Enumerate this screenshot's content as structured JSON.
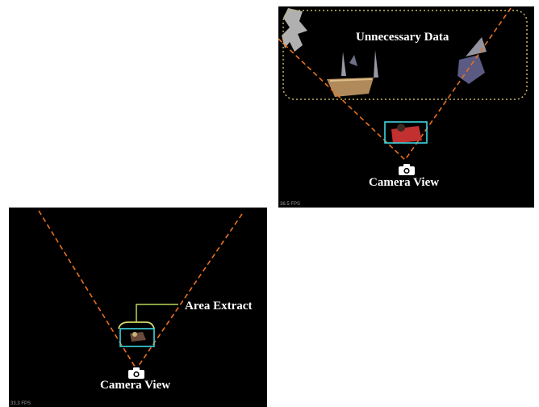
{
  "figure": {
    "top_panel": {
      "region_label": "Unnecessary Data",
      "camera_label": "Camera View",
      "fps_text": "36.5 FPS"
    },
    "bottom_panel": {
      "region_label": "Area Extract",
      "camera_label": "Camera View",
      "fps_text": "33.3 FPS"
    },
    "colors": {
      "background": "#000000",
      "view_lines": "#e8701f",
      "region_outline": "#c9b86a",
      "box_cyan": "#3fd6e0",
      "box_yellow": "#d8d86a",
      "callout_line": "#b6d65a",
      "label_text": "#ffffff"
    },
    "icons": {
      "camera": "camera-icon"
    }
  }
}
